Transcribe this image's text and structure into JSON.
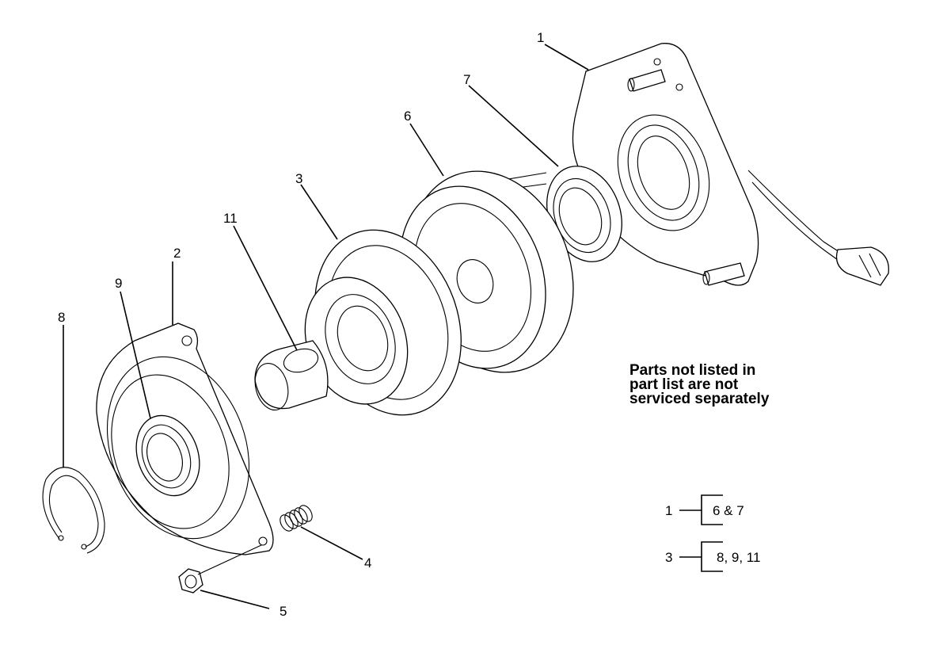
{
  "callouts": [
    {
      "id": "1",
      "label": "1"
    },
    {
      "id": "2",
      "label": "2"
    },
    {
      "id": "3",
      "label": "3"
    },
    {
      "id": "4",
      "label": "4"
    },
    {
      "id": "5",
      "label": "5"
    },
    {
      "id": "6",
      "label": "6"
    },
    {
      "id": "7",
      "label": "7"
    },
    {
      "id": "8",
      "label": "8"
    },
    {
      "id": "9",
      "label": "9"
    },
    {
      "id": "11",
      "label": "11"
    }
  ],
  "note": {
    "lines": [
      "Parts not listed in",
      "part list are not",
      "serviced separately"
    ]
  },
  "kits": [
    {
      "parent": "1",
      "contents": "6 & 7"
    },
    {
      "parent": "3",
      "contents": "8, 9, 11"
    }
  ]
}
